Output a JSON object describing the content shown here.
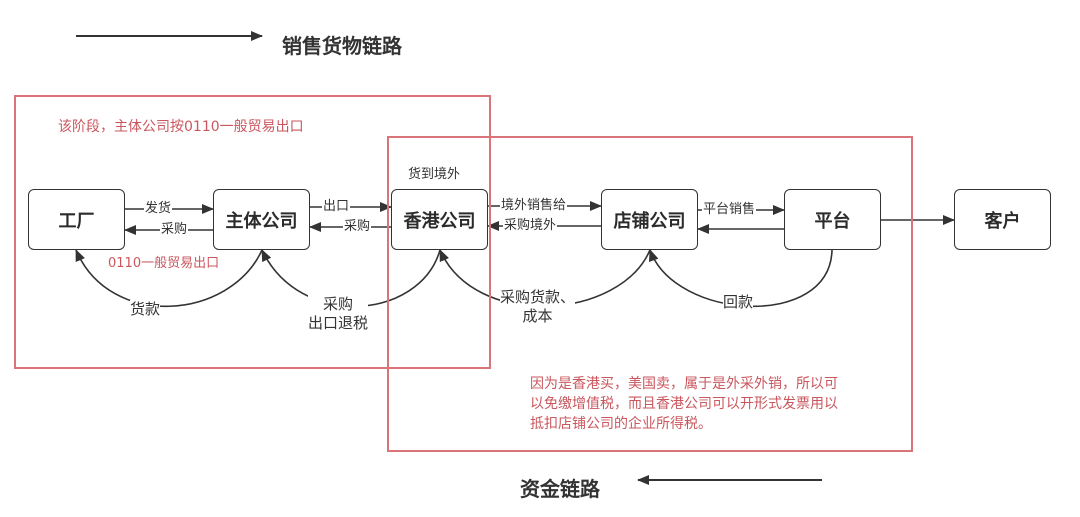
{
  "legend": {
    "goods_chain_label": "销售货物链路",
    "money_chain_label": "资金链路"
  },
  "regions": {
    "left": {
      "note": "该阶段，主体公司按0110一般贸易出口",
      "sub_note": "0110一般贸易出口"
    },
    "right": {
      "top_note": "货到境外",
      "note_lines": [
        "因为是香港买，美国卖，属于是外采外销，所以可",
        "以免缴增值税，而且香港公司可以开形式发票用以",
        "抵扣店铺公司的企业所得税。"
      ]
    }
  },
  "nodes": [
    {
      "id": "factory",
      "label": "工厂"
    },
    {
      "id": "main-company",
      "label": "主体公司"
    },
    {
      "id": "hk-company",
      "label": "香港公司"
    },
    {
      "id": "store-company",
      "label": "店铺公司"
    },
    {
      "id": "platform",
      "label": "平台"
    },
    {
      "id": "customer",
      "label": "客户"
    }
  ],
  "edges": {
    "goods": [
      {
        "from": "factory",
        "to": "main-company",
        "label": "发货"
      },
      {
        "from": "main-company",
        "to": "hk-company",
        "label": "出口"
      },
      {
        "from": "hk-company",
        "to": "store-company",
        "label": "境外销售给"
      },
      {
        "from": "store-company",
        "to": "platform",
        "label": "平台销售"
      },
      {
        "from": "platform",
        "to": "customer",
        "label": ""
      }
    ],
    "purchase": [
      {
        "from": "main-company",
        "to": "factory",
        "label": "采购"
      },
      {
        "from": "hk-company",
        "to": "main-company",
        "label": "采购"
      },
      {
        "from": "store-company",
        "to": "hk-company",
        "label": "采购境外"
      },
      {
        "from": "platform",
        "to": "store-company",
        "label": ""
      }
    ],
    "money": [
      {
        "from": "main-company",
        "to": "factory",
        "label": "货款"
      },
      {
        "from": "hk-company",
        "to": "main-company",
        "label_lines": [
          "采购",
          "出口退税"
        ]
      },
      {
        "from": "store-company",
        "to": "hk-company",
        "label_lines": [
          "采购货款、",
          "成本"
        ]
      },
      {
        "from": "platform",
        "to": "store-company",
        "label": "回款"
      }
    ]
  },
  "colors": {
    "region_border": "#d9747a",
    "note_text": "#c9575e",
    "line": "#333333"
  }
}
